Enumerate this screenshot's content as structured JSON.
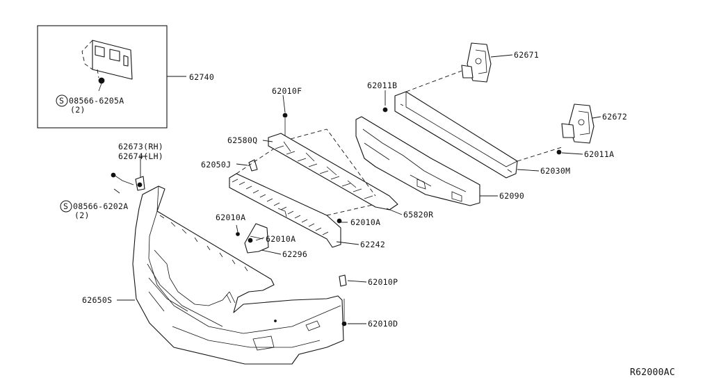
{
  "diagram": {
    "ref_code": "R62000AC",
    "labels": {
      "p62740": "62740",
      "p08566_6205A": "08566-6205A",
      "q2_a": "(2)",
      "p62673": "62673(RH)",
      "p62674": "62674(LH)",
      "p08566_6202A": "08566-6202A",
      "q2_b": "(2)",
      "p62650S": "62650S",
      "p62010F": "62010F",
      "p62580Q": "62580Q",
      "p62050J": "62050J",
      "p62010A_1": "62010A",
      "p62010A_2": "62010A",
      "p62010A_3": "62010A",
      "p62296": "62296",
      "p65820R": "65820R",
      "p62242": "62242",
      "p62010P": "62010P",
      "p62010D": "62010D",
      "p62011B": "62011B",
      "p62671": "62671",
      "p62672": "62672",
      "p62011A": "62011A",
      "p62030M": "62030M",
      "p62090": "62090"
    },
    "s_mark": "S"
  }
}
